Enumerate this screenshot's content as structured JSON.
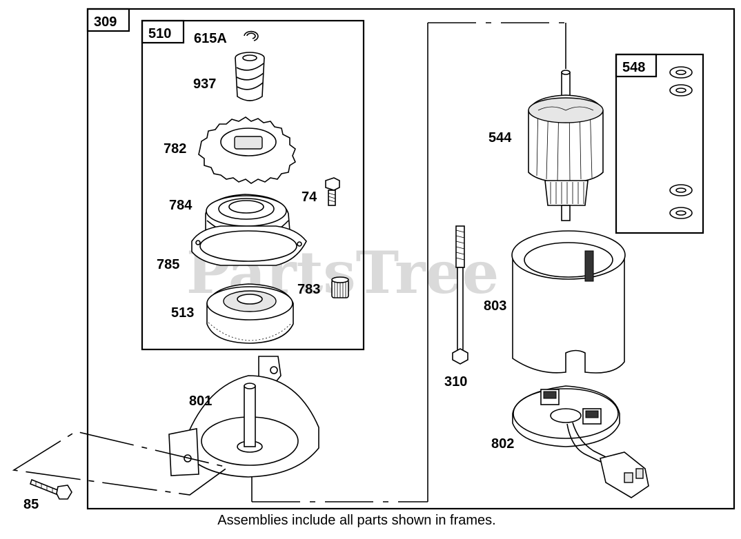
{
  "frames": {
    "outer": "309",
    "left_box": "510",
    "right_box": "548"
  },
  "parts": {
    "p615a": "615A",
    "p937": "937",
    "p782": "782",
    "p784": "784",
    "p74": "74",
    "p785": "785",
    "p783": "783",
    "p513": "513",
    "p801": "801",
    "p85": "85",
    "p544": "544",
    "p803": "803",
    "p310": "310",
    "p802": "802"
  },
  "watermark": "PartsTree",
  "footer": "Assemblies include all parts shown in frames."
}
